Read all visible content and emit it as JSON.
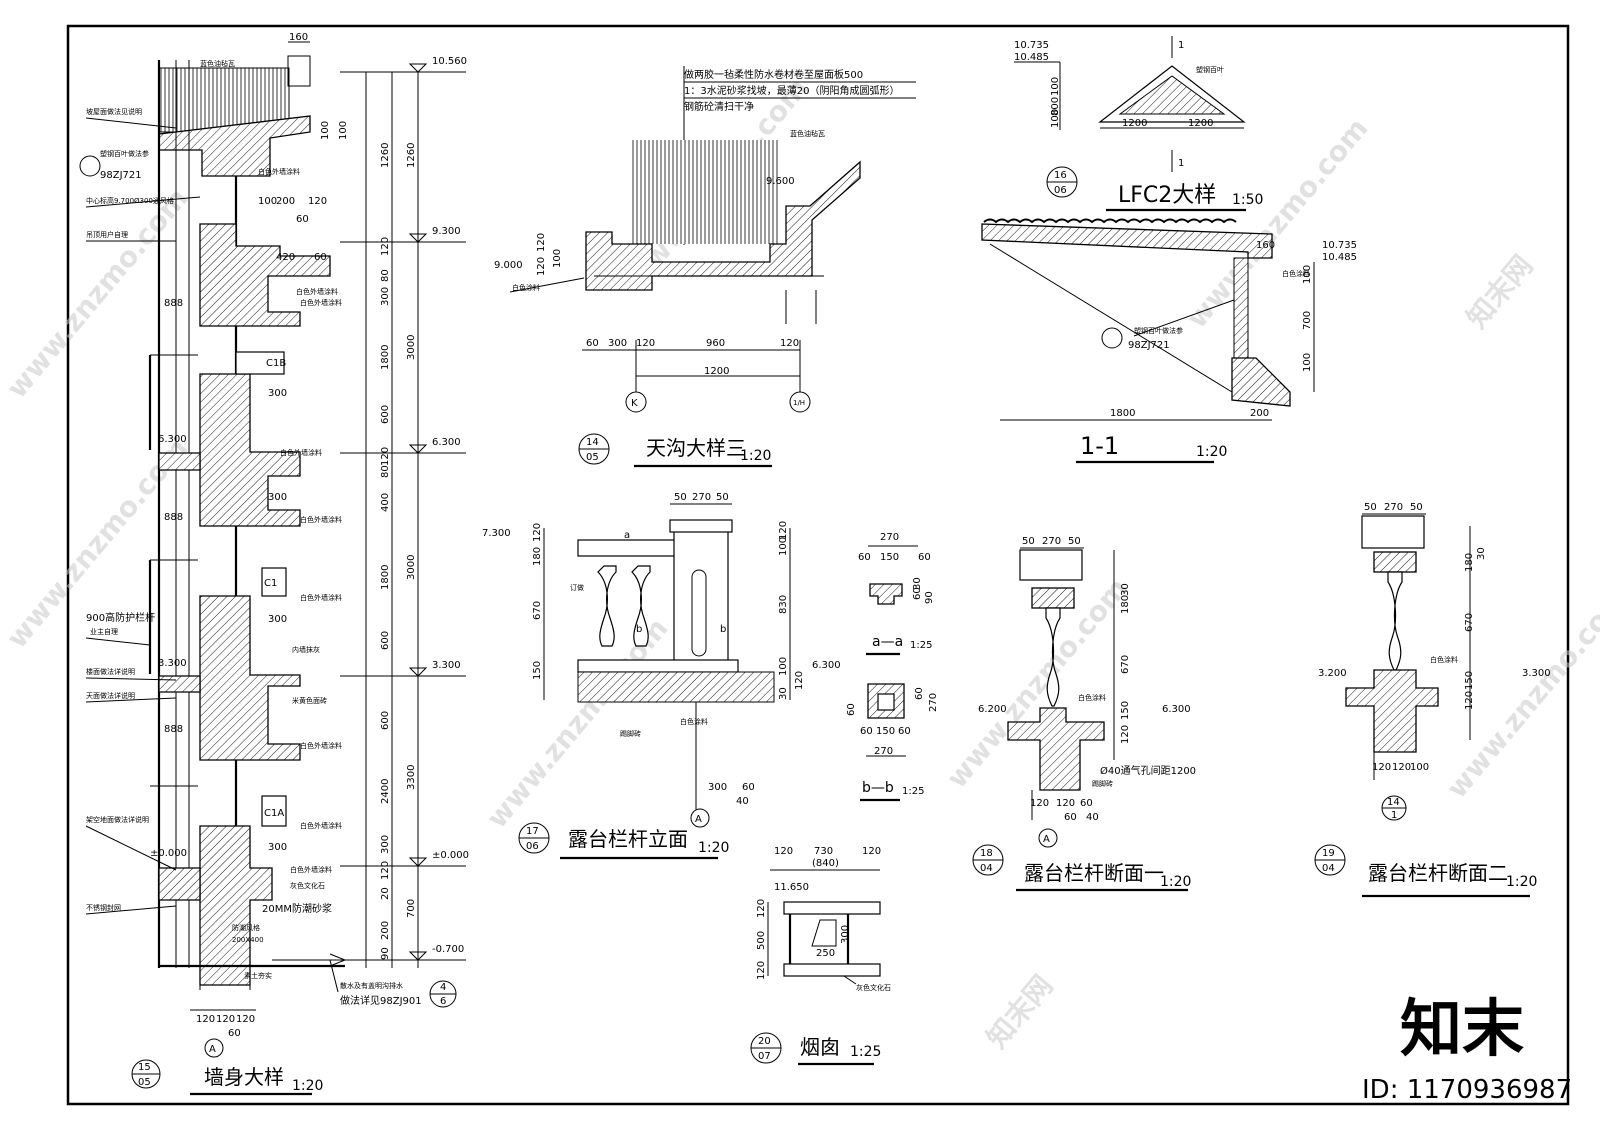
{
  "wall_detail": {
    "title": "墙身大样",
    "scale": "1:20",
    "ref_top": "15",
    "ref_bottom": "05",
    "axis": "A",
    "elevations": [
      "10.560",
      "9.300",
      "6.300",
      "3.300",
      "±0.000",
      "-0.700"
    ],
    "left_elevations": [
      "6.300",
      "3.300",
      "±0.000"
    ],
    "dims_outer": [
      "1260",
      "3000",
      "3000",
      "3300",
      "700"
    ],
    "dims_inner": [
      "1260",
      "120",
      "300",
      "1800",
      "600",
      "120",
      "400",
      "1800",
      "600",
      "600",
      "2400",
      "120",
      "300",
      "90",
      "200"
    ],
    "dims_small": [
      "80",
      "80",
      "20"
    ],
    "top_dims": [
      "160",
      "100",
      "100",
      "100",
      "200",
      "120",
      "60",
      "420",
      "60"
    ],
    "right_dims": [
      "300",
      "300",
      "300",
      "300"
    ],
    "bottom_dims": [
      "120",
      "120",
      "120",
      "60"
    ],
    "windows": [
      "C1B",
      "C1",
      "C1A"
    ],
    "marks_888": [
      "888",
      "888",
      "888"
    ],
    "notes_left": [
      "坡屋面做法见说明",
      "98ZJ721",
      "中心标高9.700Ø300通风格",
      "吊顶用户自理",
      "900高防护栏杆",
      "业主自理",
      "楼面做法详说明",
      "天面做法详说明",
      "架空地面做法详说明",
      "不锈钢封网",
      "防潮风格",
      "200X400",
      "素土夯实"
    ],
    "notes_right": [
      "蓝色油毡瓦",
      "塑钢百叶做法参",
      "白色外墙涂料",
      "白色外墙涂料",
      "白色外墙涂料",
      "白色外墙涂料",
      "白色外墙涂料",
      "白色外墙涂料",
      "白色外墙涂料",
      "白色外墙涂料",
      "白色外墙涂料",
      "内墙抹灰",
      "米黄色面砖",
      "灰色文化石",
      "20MM防潮砂浆",
      "散水及有盖明沟排水",
      "做法详见98ZJ901"
    ],
    "ref_4": "4",
    "ref_6": "6"
  },
  "gutter_detail": {
    "title": "天沟大样三",
    "scale": "1:20",
    "ref_top": "14",
    "ref_bottom": "05",
    "notes": [
      "做两胶一毡柔性防水卷材卷至屋面板500",
      "1：3水泥砂浆找坡，最薄20（阴阳角成圆弧形）",
      "钢筋砼清扫干净"
    ],
    "tile_label": "蓝色油毡瓦",
    "elev_roof": "9.600",
    "elev_left": "9.000",
    "paint": "白色涂料",
    "dims_bottom": [
      "60",
      "300",
      "120",
      "960",
      "120"
    ],
    "total": "1200",
    "dims_left": [
      "120",
      "120",
      "100"
    ],
    "axes": [
      "K",
      "1/H"
    ]
  },
  "lfc2_detail": {
    "title": "LFC2大样",
    "scale": "1:50",
    "ref_top": "16",
    "ref_bottom": "06",
    "elevs": [
      "10.735",
      "10.485"
    ],
    "dims_left": [
      "100",
      "800",
      "100"
    ],
    "dims_bottom": [
      "1200",
      "1200"
    ],
    "louver": "塑钢百叶",
    "cut": "1"
  },
  "section_11": {
    "title": "1-1",
    "scale": "1:20",
    "dim_top": "160",
    "elevs": [
      "10.735",
      "10.485"
    ],
    "dims_right": [
      "100",
      "700",
      "100"
    ],
    "paint": "白色涂料",
    "note": "塑钢百叶做法参",
    "ref": "98ZJ721",
    "dims_bottom": [
      "1800",
      "200"
    ]
  },
  "railing_elev": {
    "title": "露台栏杆立面",
    "scale": "1:20",
    "ref_top": "17",
    "ref_bottom": "06",
    "top_dims": [
      "50",
      "270",
      "50"
    ],
    "elev_top": "7.300",
    "elev_floor": "6.300",
    "dims_left": [
      "120",
      "180",
      "670",
      "150"
    ],
    "dims_right": [
      "120",
      "100",
      "830",
      "100",
      "30",
      "120"
    ],
    "cuts": [
      "a",
      "b",
      "b"
    ],
    "notes": [
      "订做",
      "白色涂料",
      "踢脚砖"
    ],
    "bottom_dims": [
      "300",
      "60",
      "40"
    ],
    "axis": "A"
  },
  "section_aa": {
    "title": "a—a",
    "scale": "1:25",
    "dims": [
      "270",
      "60",
      "150",
      "60",
      "60",
      "90",
      "30"
    ]
  },
  "section_bb": {
    "title": "b—b",
    "scale": "1:25",
    "dims": [
      "60",
      "150",
      "60",
      "270",
      "60",
      "60",
      "270",
      "60"
    ]
  },
  "railing_sec1": {
    "title": "露台栏杆断面一",
    "scale": "1:20",
    "ref_top": "18",
    "ref_bottom": "04",
    "top_dims": [
      "50",
      "270",
      "50"
    ],
    "dims_right": [
      "30",
      "180",
      "670",
      "150",
      "120"
    ],
    "elevs": [
      "6.200",
      "6.300"
    ],
    "paint": "白色涂料",
    "vent": "Ø40通气孔间距1200",
    "kick": "踢脚砖",
    "bottom_dims": [
      "120",
      "120",
      "60",
      "40",
      "60"
    ],
    "axis": "A"
  },
  "railing_sec2": {
    "title": "露台栏杆断面二",
    "scale": "1:20",
    "ref_top": "19",
    "ref_bottom": "04",
    "top_dims": [
      "50",
      "270",
      "50"
    ],
    "dims_right": [
      "30",
      "180",
      "670",
      "150",
      "120"
    ],
    "elevs": [
      "3.200",
      "3.300"
    ],
    "paint": "白色涂料",
    "bottom_dims": [
      "120",
      "120",
      "100"
    ],
    "ref_bubble": [
      "14",
      "1"
    ]
  },
  "chimney": {
    "title": "烟囱",
    "scale": "1:25",
    "ref_top": "20",
    "ref_bottom": "07",
    "top_dims": [
      "120",
      "730",
      "120"
    ],
    "top_sub": "(840)",
    "elev": "11.650",
    "dims_left": [
      "120",
      "500",
      "120"
    ],
    "dims_inner": [
      "300",
      "250"
    ],
    "note": "灰色文化石"
  },
  "watermark": {
    "brand": "知末",
    "id": "ID: 1170936987",
    "site": "www.znzmo.com",
    "site_cn": "知末网"
  }
}
